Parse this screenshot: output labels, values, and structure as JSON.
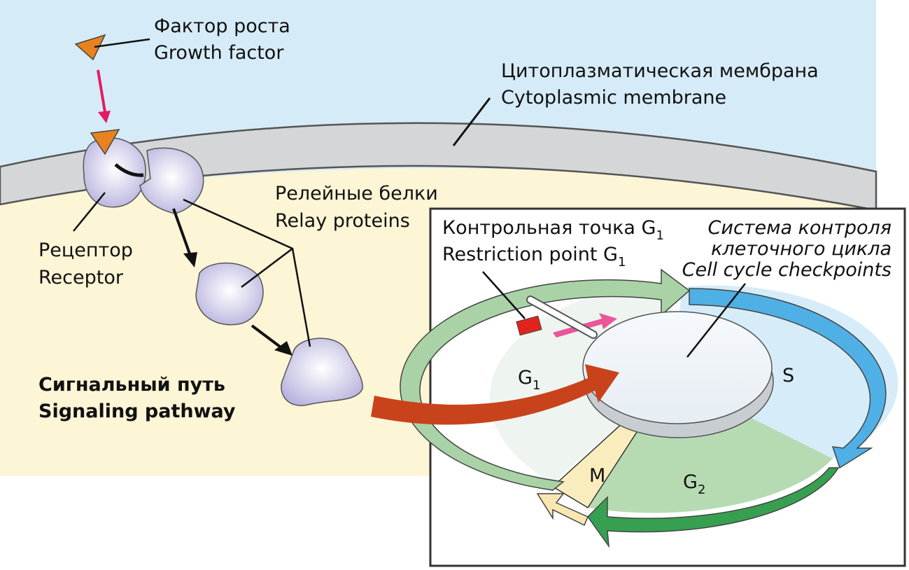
{
  "labels": {
    "growth_factor_ru": "Фактор роста",
    "growth_factor_en": "Growth factor",
    "membrane_ru": "Цитоплазматическая мембрана",
    "membrane_en": "Cytoplasmic membrane",
    "relay_ru": "Релейные белки",
    "relay_en": "Relay proteins",
    "receptor_ru": "Рецептор",
    "receptor_en": "Receptor",
    "pathway_ru": "Сигнальный путь",
    "pathway_en": "Signaling pathway",
    "restriction_ru": "Контрольная точка G",
    "restriction_en": "Restriction point G",
    "restriction_sub": "1",
    "checkpoints_ru_1": "Система контроля",
    "checkpoints_ru_2": "клеточного цикла",
    "checkpoints_en": "Cell cycle checkpoints",
    "phase_g1": "G",
    "phase_g1_sub": "1",
    "phase_s": "S",
    "phase_g2": "G",
    "phase_g2_sub": "2",
    "phase_m": "M"
  },
  "colors": {
    "extracellular": "#d5ebf8",
    "membrane": "#d4d6d8",
    "cytoplasm": "#fcf5d6",
    "growth_factor": "#e8821e",
    "protein": "#cfcbe8",
    "signal_arrow": "#c8431c",
    "g1": "#a9d3a6",
    "s": "#4fb0e6",
    "g2": "#36a050",
    "m": "#f8e7b0",
    "restriction": "#e0241b"
  }
}
